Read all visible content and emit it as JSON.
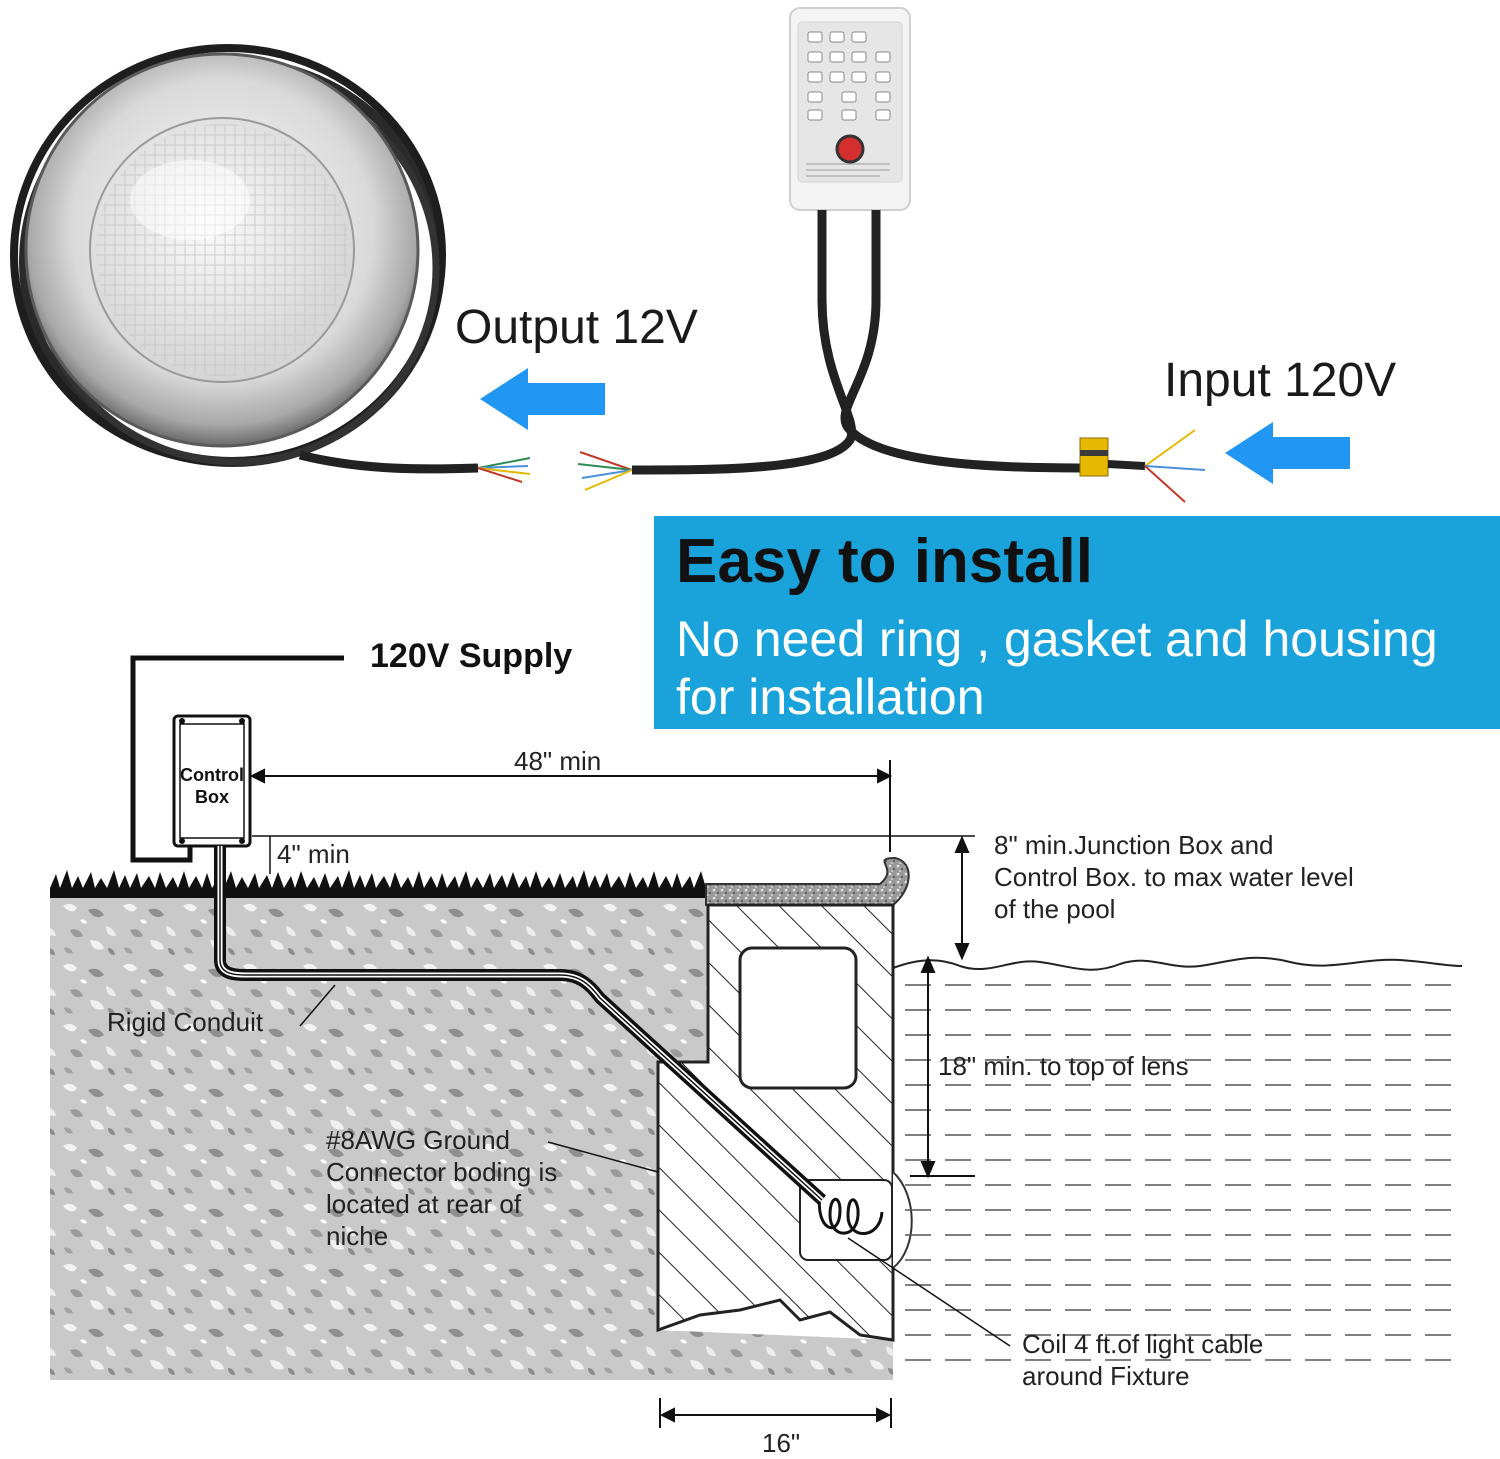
{
  "product": {
    "output_label": "Output 12V",
    "input_label": "Input 120V",
    "arrow_color": "#2196f3"
  },
  "banner": {
    "title": "Easy to install",
    "subtitle": "No need ring , gasket and housing for installation",
    "background_color": "#1aa3db"
  },
  "install": {
    "supply_label": "120V Supply",
    "control_box_label": "Control Box",
    "dim_48": "48\" min",
    "dim_4": "4\" min",
    "dim_8_note": "8\" min.Junction Box and Control Box. to max water level of the pool",
    "rigid_conduit": "Rigid Conduit",
    "dim_18": "18\" min. to top of lens",
    "ground_note": "#8AWG Ground Connector boding is located at rear of niche",
    "coil_note": "Coil 4 ft.of light cable around Fixture",
    "dim_16": "16\""
  }
}
